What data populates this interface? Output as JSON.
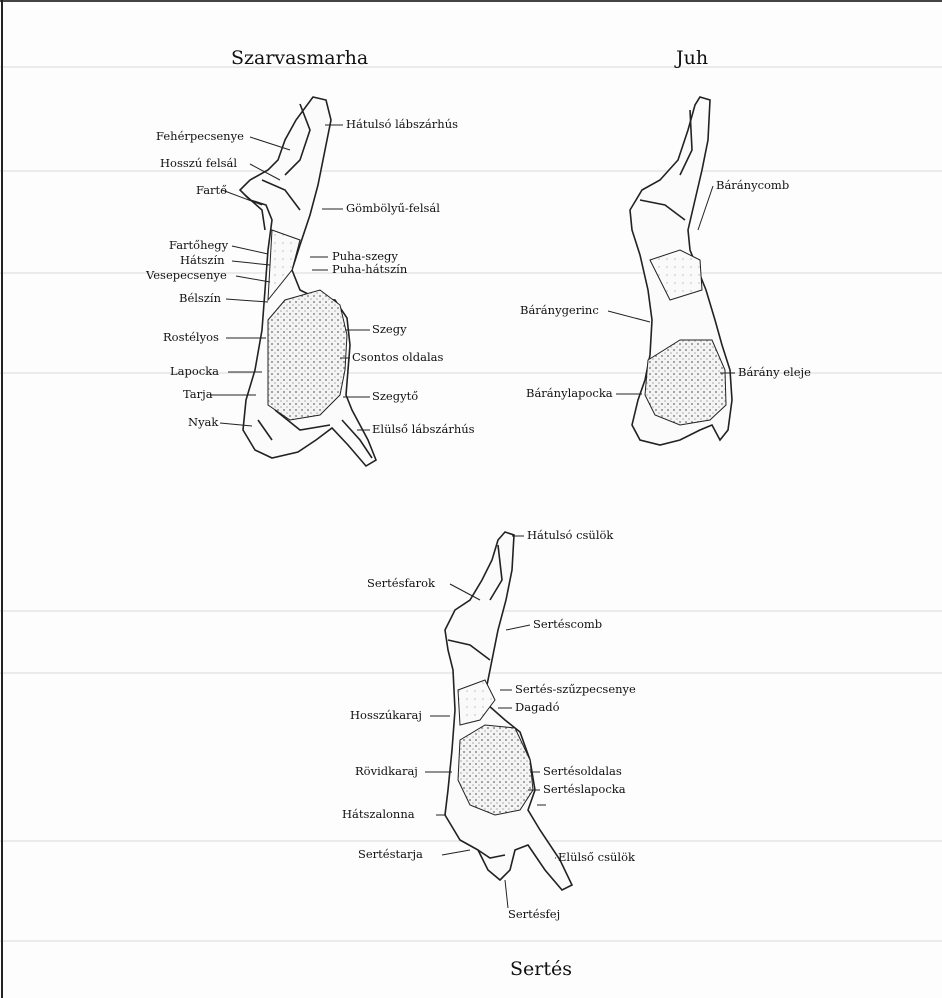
{
  "figure": {
    "panels": [
      {
        "title": "Szarvasmarha",
        "labels_left": [
          "Fehérpecsenye",
          "Hosszú felsál",
          "Fartő",
          "Fartőhegy",
          "Hátszín",
          "Vesepecsenye",
          "Bélszín",
          "Rostélyos",
          "Lapocka",
          "Tarja",
          "Nyak"
        ],
        "labels_right": [
          "Hátulsó lábszárhús",
          "Gömbölyű-felsál",
          "Puha-szegy",
          "Puha-hátszín",
          "Szegy",
          "Csontos oldalas",
          "Szegytő",
          "Elülső lábszárhús"
        ]
      },
      {
        "title": "Juh",
        "labels_left": [
          "Báránygerinc",
          "Báránylapocka"
        ],
        "labels_right": [
          "Báránycomb",
          "Bárány eleje"
        ]
      },
      {
        "title": "Sertés",
        "labels_left": [
          "Sertésfarok",
          "Hosszúkaraj",
          "Rövidkaraj",
          "Hátszalonna",
          "Sertéstarja"
        ],
        "labels_right": [
          "Hátulsó csülök",
          "Sertéscomb",
          "Sertés-szűzpecsenye",
          "Dagadó",
          "Sertésoldalas",
          "Sertéslapocka",
          "Elülső csülök",
          "Sertésfej"
        ]
      }
    ]
  }
}
